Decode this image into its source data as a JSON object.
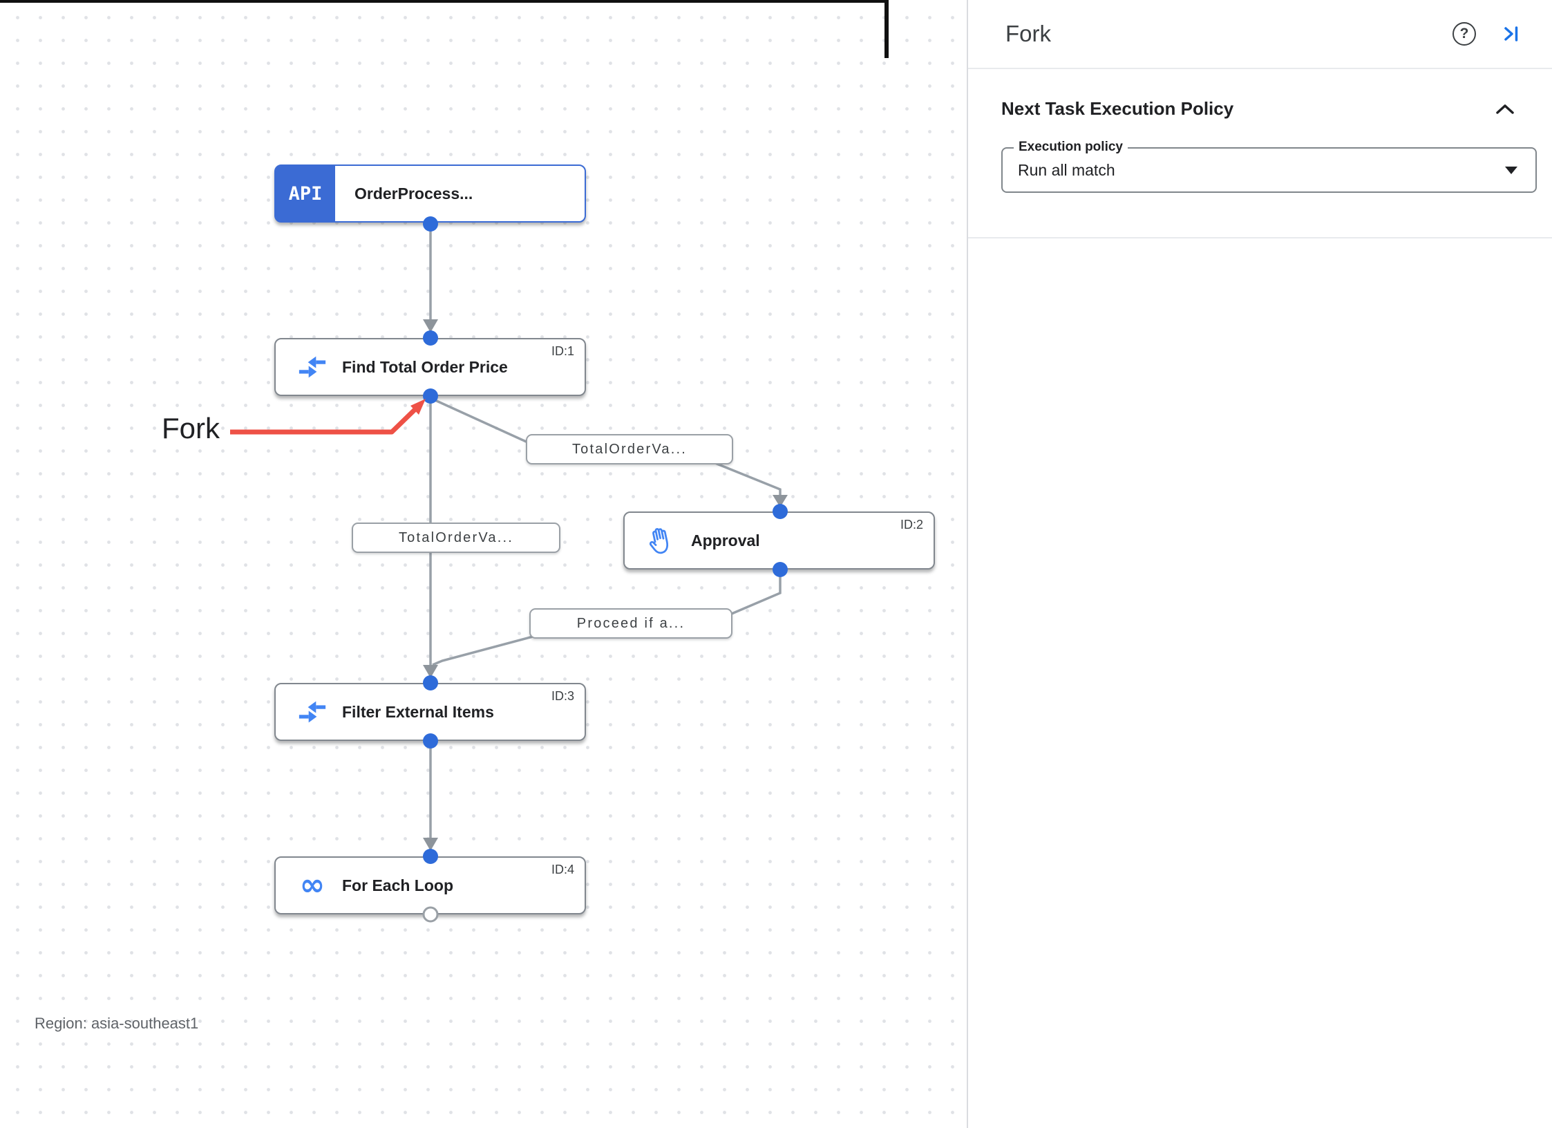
{
  "panel": {
    "title": "Fork",
    "help_glyph": "?",
    "section": {
      "title": "Next Task Execution Policy",
      "field_label": "Execution policy",
      "field_value": "Run all match"
    }
  },
  "canvas": {
    "annotation": "Fork",
    "region_label": "Region: asia-southeast1",
    "trigger": {
      "badge": "API",
      "title": "OrderProcess..."
    },
    "nodes": [
      {
        "id": "ID:1",
        "title": "Find Total Order Price",
        "icon": "data-mapping-icon"
      },
      {
        "id": "ID:2",
        "title": "Approval",
        "icon": "approval-hand-icon"
      },
      {
        "id": "ID:3",
        "title": "Filter External Items",
        "icon": "data-mapping-icon"
      },
      {
        "id": "ID:4",
        "title": "For Each Loop",
        "icon": "for-each-loop-icon",
        "loop_glyph": "∞"
      }
    ],
    "edge_labels": [
      "TotalOrderVa...",
      "TotalOrderVa...",
      "Proceed if a..."
    ]
  },
  "colors": {
    "accent_blue": "#1a73e8",
    "trigger_blue": "#3b6bd4",
    "icon_blue": "#4285f4",
    "connector_dot_blue": "#2e6bd9",
    "edge_gray": "#98a0a8",
    "annotation_red": "#ee5146"
  }
}
